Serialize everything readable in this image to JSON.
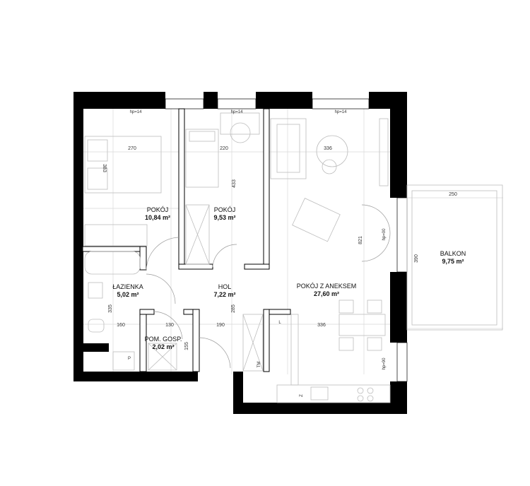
{
  "rooms": {
    "room1": {
      "name": "POKÓJ",
      "area": "10,84 m²"
    },
    "room2": {
      "name": "POKÓJ",
      "area": "9,53 m²"
    },
    "living": {
      "name": "POKÓJ Z ANEKSEM",
      "area": "27,60 m²"
    },
    "balcony": {
      "name": "BALKON",
      "area": "9,75 m²"
    },
    "bathroom": {
      "name": "ŁAZIENKA",
      "area": "5,02 m²"
    },
    "hall": {
      "name": "HOL",
      "area": "7,22 m²"
    },
    "storage": {
      "name": "POM. GOSP.",
      "area": "2,02 m²"
    }
  },
  "dimensions": {
    "d270": "270",
    "d220": "220",
    "d336_top": "336",
    "d250": "250",
    "d383": "383",
    "d433": "433",
    "d821": "821",
    "d390": "390",
    "d160": "160",
    "d130": "130",
    "d190": "190",
    "d336_bottom": "336",
    "d335": "335",
    "d285": "285",
    "d155": "155"
  },
  "tags": {
    "hp1": "hp=14",
    "hp2": "hp=14",
    "hp3": "hp=14",
    "hp00": "hp=00",
    "hp90": "hp=90",
    "p": "P",
    "l": "L",
    "tm": "TM",
    "z": "Z"
  }
}
